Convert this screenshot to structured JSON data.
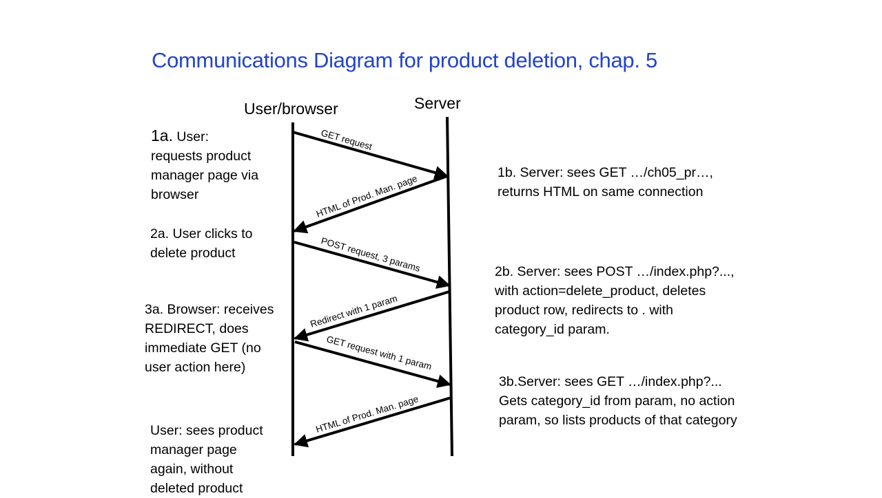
{
  "title": "Communications Diagram for product deletion, chap. 5",
  "lanes": {
    "client": "User/browser",
    "server": "Server"
  },
  "messages": {
    "m1": "GET request",
    "m2": "HTML  of Prod. Man. page",
    "m3": "POST request, 3 params",
    "m4": "Redirect with 1 param",
    "m5": "GET request with 1 param",
    "m6": "HTML of Prod. Man. page"
  },
  "notes": {
    "n1a_num": "1a.",
    "n1a_text": " User:\nrequests product\nmanager page via\nbrowser",
    "n1b": "1b. Server: sees GET …/ch05_pr…,\nreturns HTML on same connection",
    "n2a": "2a. User clicks to\ndelete product",
    "n2b": "2b. Server: sees POST …/index.php?...,\nwith action=delete_product, deletes\nproduct row, redirects to . with\ncategory_id param.",
    "n3a": "3a. Browser: receives\nREDIRECT, does\nimmediate GET (no\nuser action here)",
    "n3b": "3b.Server: sees GET …/index.php?...\nGets category_id from param, no action\nparam, so lists products of that category",
    "nend": "User: sees product\nmanager page\nagain, without\ndeleted  product"
  }
}
